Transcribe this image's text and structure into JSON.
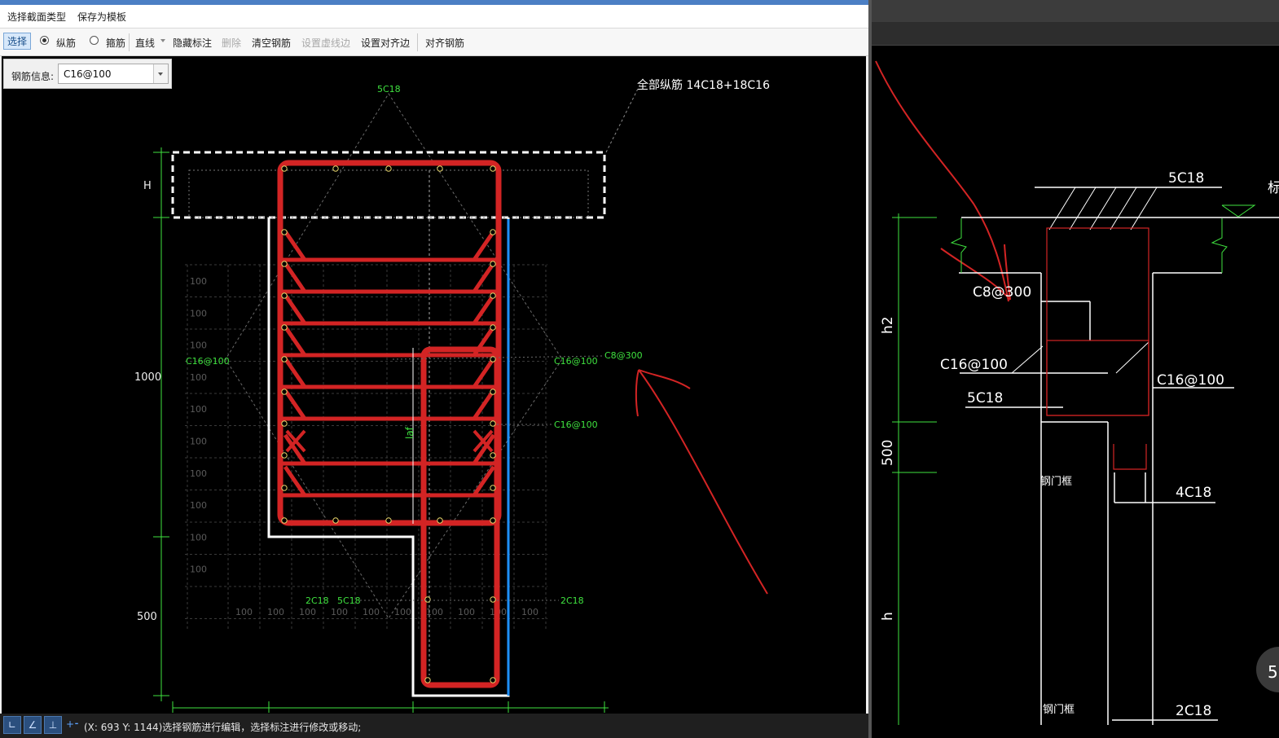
{
  "menu": {
    "select_section_type": "选择截面类型",
    "save_as_template": "保存为模板"
  },
  "toolbar": {
    "select": "选择",
    "longitudinal": "纵筋",
    "stirrup": "箍筋",
    "line": "直线",
    "hide_annotation": "隐藏标注",
    "delete": "删除",
    "clear_rebar": "清空钢筋",
    "set_dashed_edge": "设置虚线边",
    "set_align_edge": "设置对齐边",
    "align_rebar": "对齐钢筋"
  },
  "rebar_info": {
    "label": "钢筋信息:",
    "value": "C16@100"
  },
  "canvas": {
    "total_longitudinal": "全部纵筋 14C18+18C16",
    "top_rebar": "5C18",
    "dim_h": "H",
    "dim_1000": "1000",
    "dim_500": "500",
    "grid_label": "100",
    "left_stirrup": "C16@100",
    "right_stirrup_1": "C16@100",
    "right_stirrup_2": "C16@100",
    "c8_label": "C8@300",
    "bottom_left": "2C18",
    "bottom_mid": "5C18",
    "bottom_right": "2C18",
    "laf_label": "laf"
  },
  "status": {
    "text": "(X: 693 Y: 1144)选择钢筋进行编辑，选择标注进行修改或移动;"
  },
  "reference_drawing": {
    "top_rebar": "5C18",
    "c8": "C8@300",
    "left_c16": "C16@100",
    "right_c16": "C16@100",
    "mid_5c18": "5C18",
    "right_4c18": "4C18",
    "bottom_2c18": "2C18",
    "dim_h2": "h2",
    "dim_500": "500",
    "dim_h": "h",
    "door_column_1": "钢门框",
    "door_column_2": "钢门框",
    "corner_char": "标",
    "badge_num": "5"
  },
  "colors": {
    "rebar_red": "#d32424",
    "green": "#3fe23f",
    "blue_edge": "#1e90ff"
  }
}
